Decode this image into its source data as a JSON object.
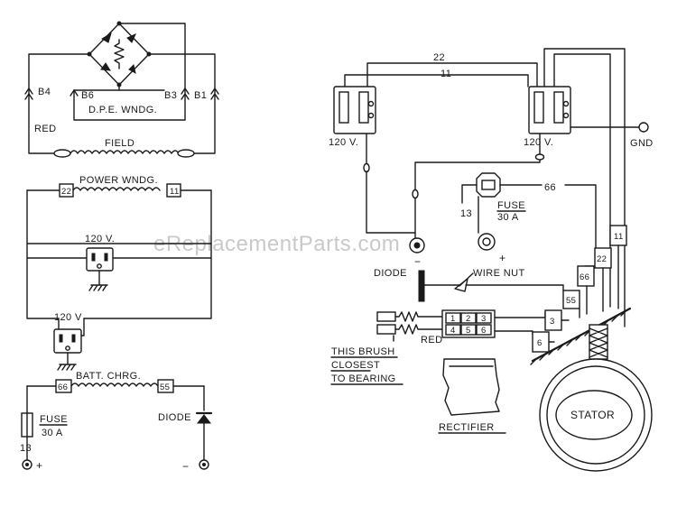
{
  "watermark": "eReplacementParts.com",
  "schematic": {
    "b4": "B4",
    "b6": "B6",
    "b3": "B3",
    "b1": "B1",
    "dpe_wndg": "D.P.E. WNDG.",
    "red": "RED",
    "field": "FIELD",
    "power_wndg": "POWER WNDG.",
    "num_22": "22",
    "num_11": "11",
    "outlet_a": "120 V.",
    "outlet_b": "120 V",
    "batt_chrg": "BATT. CHRG.",
    "num_66": "66",
    "num_55": "55",
    "fuse": "FUSE",
    "fuse_rating": "30 A",
    "diode": "DIODE",
    "num_13": "13",
    "plus": "+",
    "minus": "−"
  },
  "wiring": {
    "num_22": "22",
    "num_11": "11",
    "outlet_left": "120 V.",
    "outlet_right": "120 V.",
    "gnd": "GND",
    "fuse": "FUSE",
    "fuse_rating": "30 A",
    "num_66": "66",
    "num_13": "13",
    "minus": "−",
    "plus": "+",
    "diode": "DIODE",
    "wire_nut": "WIRE NUT",
    "red": "RED",
    "brush_note_1": "THIS BRUSH",
    "brush_note_2": "CLOSEST",
    "brush_note_3": "TO BEARING",
    "rectifier": "RECTIFIER",
    "stator": "STATOR",
    "term_1": "1",
    "term_2": "2",
    "term_3": "3",
    "term_4": "4",
    "term_5": "5",
    "term_6": "6",
    "tag_55": "55",
    "tag_66": "66",
    "tag_22": "22",
    "tag_11": "11",
    "tag_3": "3",
    "tag_6": "6"
  }
}
